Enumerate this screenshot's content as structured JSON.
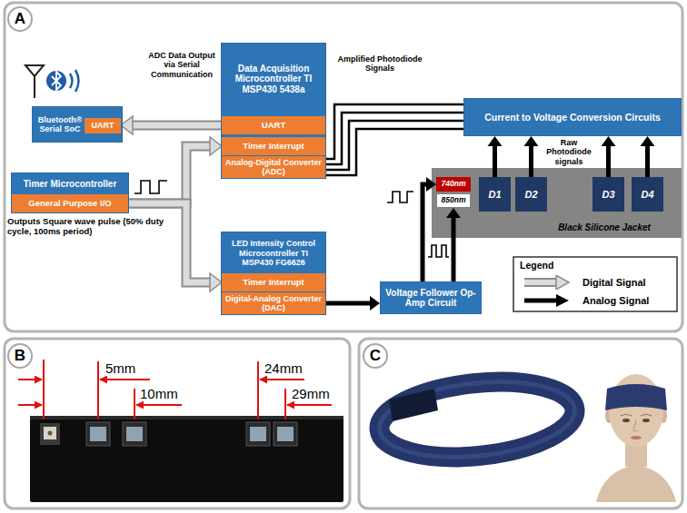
{
  "diagram": {
    "nodes": [
      {
        "text": [
          "A"
        ]
      },
      {
        "text": [
          "Bluetooth® Serial SoC"
        ]
      },
      {
        "text": [
          "UART"
        ],
        "in": 1
      },
      {
        "text": [
          "Data Acquisition Microcontroller TI MSP430 5438a"
        ]
      },
      {
        "text": [
          "UART"
        ],
        "in": 3
      },
      {
        "text": [
          "Timer Interrupt"
        ],
        "in": 3
      },
      {
        "text": [
          "Analog-Digital Converter (ADC)"
        ],
        "in": 3
      },
      {
        "text": [
          "Current to Voltage Conversion Circuits"
        ]
      },
      {
        "text": [
          "Timer Microcontroller"
        ]
      },
      {
        "text": [
          "General Purpose I/O"
        ],
        "in": 8
      },
      {
        "text": [
          "Black Silicone Jacket"
        ]
      },
      {
        "text": [
          "740nm"
        ],
        "in": 10
      },
      {
        "text": [
          "850nm"
        ],
        "in": 10
      },
      {
        "text": [
          "D1"
        ],
        "in": 10
      },
      {
        "text": [
          "D2"
        ],
        "in": 10
      },
      {
        "text": [
          "D3"
        ],
        "in": 10
      },
      {
        "text": [
          "D4"
        ],
        "in": 10
      },
      {
        "text": [
          "LED Intensity Control Microcontroller TI MSP430 FG6626"
        ]
      },
      {
        "text": [
          "Timer Interrupt"
        ],
        "in": 17
      },
      {
        "text": [
          "Digital-Analog Converter (DAC)"
        ],
        "in": 17
      },
      {
        "text": [
          "Voltage Follower Op-Amp Circuit"
        ]
      },
      {
        "text": [
          "B"
        ]
      },
      {
        "text": [
          "C"
        ]
      }
    ],
    "edges": [
      {
        "from": 4,
        "to": 2,
        "arrow": "to"
      },
      {
        "from": 9,
        "to": 5,
        "arrow": "to"
      },
      {
        "from": 9,
        "to": 18,
        "arrow": "to"
      },
      {
        "from": 7,
        "to": 6,
        "arrow": "none"
      },
      {
        "from": 7,
        "to": 6,
        "arrow": "none"
      },
      {
        "from": 7,
        "to": 6,
        "arrow": "none"
      },
      {
        "from": 7,
        "to": 6,
        "arrow": "none"
      },
      {
        "from": 13,
        "to": 7,
        "arrow": "to"
      },
      {
        "from": 14,
        "to": 7,
        "arrow": "to"
      },
      {
        "from": 15,
        "to": 7,
        "arrow": "to"
      },
      {
        "from": 16,
        "to": 7,
        "arrow": "to"
      },
      {
        "from": 19,
        "to": 20,
        "arrow": "to"
      },
      {
        "from": 20,
        "to": 11,
        "arrow": "to"
      },
      {
        "from": 20,
        "to": 12,
        "arrow": "to"
      }
    ],
    "labels": [
      "ADC Data Output via Serial Communication",
      "Outputs Square wave pulse (50% duty cycle, 100ms period)",
      "Amplified Photodiode Signals",
      "Raw Photodiode signals",
      "Legend",
      "5mm",
      "10mm",
      "24mm",
      "29mm"
    ],
    "legend": [
      {
        "text": "Digital Signal"
      },
      {
        "text": "Analog Signal"
      }
    ]
  }
}
